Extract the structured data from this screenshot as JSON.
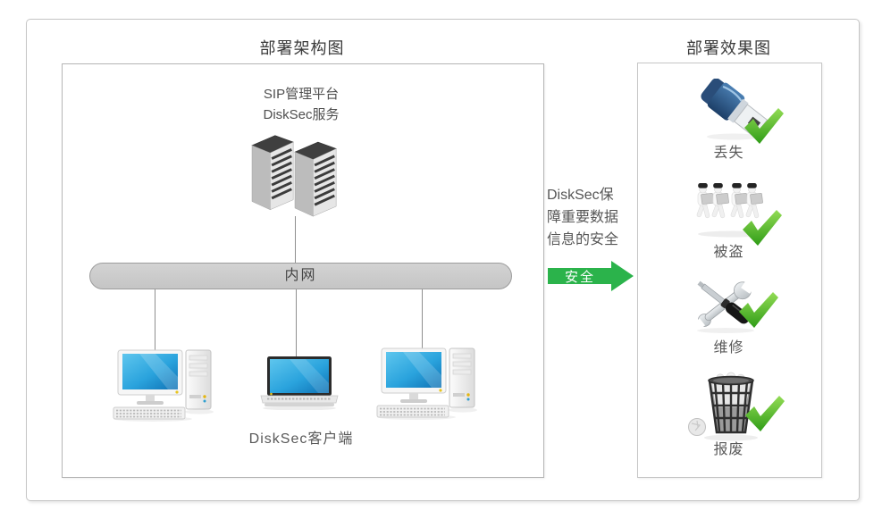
{
  "architecture_panel": {
    "title": "部署架构图",
    "platform_label_line1": "SIP管理平台",
    "platform_label_line2": "DiskSec服务",
    "network_label": "内网",
    "client_label": "DiskSec客户端"
  },
  "middle": {
    "description_lines": [
      "DiskSec保",
      "障重要数据",
      "信息的安全"
    ],
    "arrow_label": "安全"
  },
  "effect_panel": {
    "title": "部署效果图",
    "items": [
      {
        "label": "丢失",
        "icon": "usb-flash-drive-icon"
      },
      {
        "label": "被盗",
        "icon": "data-theft-icon"
      },
      {
        "label": "维修",
        "icon": "repair-tools-icon"
      },
      {
        "label": "报废",
        "icon": "trash-bin-icon"
      }
    ]
  },
  "colors": {
    "arrow_green": "#2bb34b",
    "check_green_light": "#93dc55",
    "check_green_dark": "#2f9c17",
    "network_bar_fill": "#cbcbcb",
    "border_gray": "#b5b5b5",
    "text_dark": "#3a3a3a",
    "text_gray": "#595959",
    "screen_blue": "#2aa3dd"
  }
}
